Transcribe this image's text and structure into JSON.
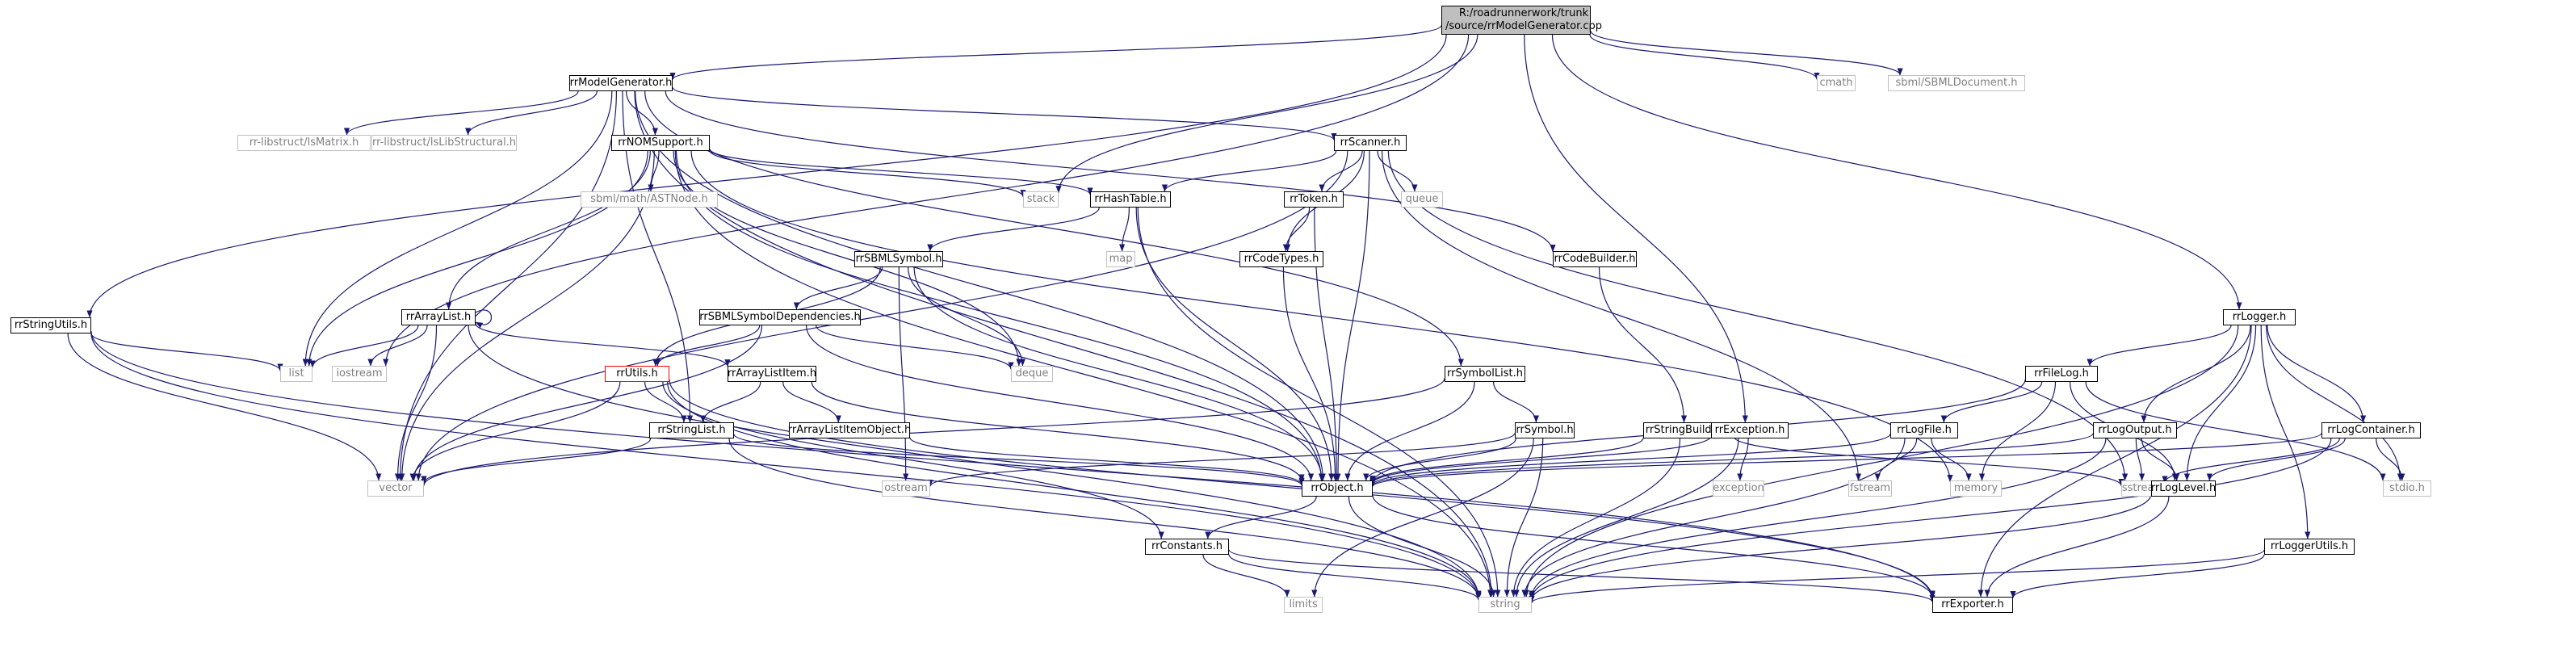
{
  "graph": {
    "colors": {
      "edge": "#191970",
      "local_border": "#000000",
      "system_border": "#c0c0c0",
      "root_fill": "#bfbfbf",
      "error_border": "#ff0000"
    },
    "nodes": [
      {
        "id": "root",
        "label_lines": [
          "R:/roadrunnerwork/trunk",
          "/source/rrModelGenerator.cpp"
        ],
        "kind": "root"
      },
      {
        "id": "cmath",
        "label_lines": [
          "cmath"
        ],
        "kind": "system"
      },
      {
        "id": "sbmldoc",
        "label_lines": [
          "sbml/SBMLDocument.h"
        ],
        "kind": "system"
      },
      {
        "id": "modelgen",
        "label_lines": [
          "rrModelGenerator.h"
        ],
        "kind": "local"
      },
      {
        "id": "stringutils",
        "label_lines": [
          "rrStringUtils.h"
        ],
        "kind": "local"
      },
      {
        "id": "lsmatrix",
        "label_lines": [
          "rr-libstruct/lsMatrix.h"
        ],
        "kind": "system"
      },
      {
        "id": "lslib",
        "label_lines": [
          "rr-libstruct/lsLibStructural.h"
        ],
        "kind": "system"
      },
      {
        "id": "nomsupport",
        "label_lines": [
          "rrNOMSupport.h"
        ],
        "kind": "local"
      },
      {
        "id": "scanner",
        "label_lines": [
          "rrScanner.h"
        ],
        "kind": "local"
      },
      {
        "id": "stack",
        "label_lines": [
          "stack"
        ],
        "kind": "system"
      },
      {
        "id": "astnode",
        "label_lines": [
          "sbml/math/ASTNode.h"
        ],
        "kind": "system"
      },
      {
        "id": "hashtable",
        "label_lines": [
          "rrHashTable.h"
        ],
        "kind": "local"
      },
      {
        "id": "token",
        "label_lines": [
          "rrToken.h"
        ],
        "kind": "local"
      },
      {
        "id": "queue",
        "label_lines": [
          "queue"
        ],
        "kind": "system"
      },
      {
        "id": "codetypes",
        "label_lines": [
          "rrCodeTypes.h"
        ],
        "kind": "local"
      },
      {
        "id": "map",
        "label_lines": [
          "map"
        ],
        "kind": "system"
      },
      {
        "id": "codebuilder",
        "label_lines": [
          "rrCodeBuilder.h"
        ],
        "kind": "local"
      },
      {
        "id": "sbmlsymbol",
        "label_lines": [
          "rrSBMLSymbol.h"
        ],
        "kind": "local"
      },
      {
        "id": "symdeps",
        "label_lines": [
          "rrSBMLSymbolDependencies.h"
        ],
        "kind": "local"
      },
      {
        "id": "arraylist",
        "label_lines": [
          "rrArrayList.h"
        ],
        "kind": "local"
      },
      {
        "id": "list",
        "label_lines": [
          "list"
        ],
        "kind": "system"
      },
      {
        "id": "iostream",
        "label_lines": [
          "iostream"
        ],
        "kind": "system"
      },
      {
        "id": "utils",
        "label_lines": [
          "rrUtils.h"
        ],
        "kind": "red"
      },
      {
        "id": "arraylistitem",
        "label_lines": [
          "rrArrayListItem.h"
        ],
        "kind": "local"
      },
      {
        "id": "deque",
        "label_lines": [
          "deque"
        ],
        "kind": "system"
      },
      {
        "id": "symbollist",
        "label_lines": [
          "rrSymbolList.h"
        ],
        "kind": "local"
      },
      {
        "id": "logger",
        "label_lines": [
          "rrLogger.h"
        ],
        "kind": "local"
      },
      {
        "id": "filelog",
        "label_lines": [
          "rrFileLog.h"
        ],
        "kind": "local"
      },
      {
        "id": "stringlist",
        "label_lines": [
          "rrStringList.h"
        ],
        "kind": "local"
      },
      {
        "id": "arraylistitemobj",
        "label_lines": [
          "rrArrayListItemObject.h"
        ],
        "kind": "local"
      },
      {
        "id": "symbol",
        "label_lines": [
          "rrSymbol.h"
        ],
        "kind": "local"
      },
      {
        "id": "stringbuilder",
        "label_lines": [
          "rrStringBuilder.h"
        ],
        "kind": "local"
      },
      {
        "id": "exception",
        "label_lines": [
          "rrException.h"
        ],
        "kind": "local"
      },
      {
        "id": "logfile",
        "label_lines": [
          "rrLogFile.h"
        ],
        "kind": "local"
      },
      {
        "id": "logoutput",
        "label_lines": [
          "rrLogOutput.h"
        ],
        "kind": "local"
      },
      {
        "id": "logcontainer",
        "label_lines": [
          "rrLogContainer.h"
        ],
        "kind": "local"
      },
      {
        "id": "vector",
        "label_lines": [
          "vector"
        ],
        "kind": "system"
      },
      {
        "id": "ostream",
        "label_lines": [
          "ostream"
        ],
        "kind": "system"
      },
      {
        "id": "object",
        "label_lines": [
          "rrObject.h"
        ],
        "kind": "local"
      },
      {
        "id": "exceptionstd",
        "label_lines": [
          "exception"
        ],
        "kind": "system"
      },
      {
        "id": "fstream",
        "label_lines": [
          "fstream"
        ],
        "kind": "system"
      },
      {
        "id": "memory",
        "label_lines": [
          "memory"
        ],
        "kind": "system"
      },
      {
        "id": "sstream",
        "label_lines": [
          "sstream"
        ],
        "kind": "system"
      },
      {
        "id": "loglevel",
        "label_lines": [
          "rrLogLevel.h"
        ],
        "kind": "local"
      },
      {
        "id": "stdio",
        "label_lines": [
          "stdio.h"
        ],
        "kind": "system"
      },
      {
        "id": "constants",
        "label_lines": [
          "rrConstants.h"
        ],
        "kind": "local"
      },
      {
        "id": "loggerutils",
        "label_lines": [
          "rrLoggerUtils.h"
        ],
        "kind": "local"
      },
      {
        "id": "limits",
        "label_lines": [
          "limits"
        ],
        "kind": "system"
      },
      {
        "id": "string",
        "label_lines": [
          "string"
        ],
        "kind": "system"
      },
      {
        "id": "exporter",
        "label_lines": [
          "rrExporter.h"
        ],
        "kind": "local"
      }
    ],
    "edges": [
      [
        "root",
        "modelgen"
      ],
      [
        "root",
        "stringutils"
      ],
      [
        "root",
        "iostream"
      ],
      [
        "root",
        "stack"
      ],
      [
        "root",
        "cmath"
      ],
      [
        "root",
        "sbmldoc"
      ],
      [
        "root",
        "exception"
      ],
      [
        "root",
        "logger"
      ],
      [
        "modelgen",
        "lsmatrix"
      ],
      [
        "modelgen",
        "lslib"
      ],
      [
        "modelgen",
        "nomsupport"
      ],
      [
        "modelgen",
        "scanner"
      ],
      [
        "modelgen",
        "codebuilder"
      ],
      [
        "modelgen",
        "symbollist"
      ],
      [
        "modelgen",
        "stringlist"
      ],
      [
        "modelgen",
        "list"
      ],
      [
        "modelgen",
        "vector"
      ],
      [
        "modelgen",
        "string"
      ],
      [
        "modelgen",
        "object"
      ],
      [
        "stringutils",
        "list"
      ],
      [
        "stringutils",
        "vector"
      ],
      [
        "stringutils",
        "string"
      ],
      [
        "stringutils",
        "exporter"
      ],
      [
        "nomsupport",
        "astnode"
      ],
      [
        "nomsupport",
        "stack"
      ],
      [
        "nomsupport",
        "hashtable"
      ],
      [
        "nomsupport",
        "arraylist"
      ],
      [
        "nomsupport",
        "deque"
      ],
      [
        "nomsupport",
        "list"
      ],
      [
        "nomsupport",
        "vector"
      ],
      [
        "nomsupport",
        "string"
      ],
      [
        "nomsupport",
        "memory"
      ],
      [
        "nomsupport",
        "object"
      ],
      [
        "scanner",
        "queue"
      ],
      [
        "scanner",
        "hashtable"
      ],
      [
        "scanner",
        "token"
      ],
      [
        "scanner",
        "codetypes"
      ],
      [
        "scanner",
        "fstream"
      ],
      [
        "scanner",
        "sstream"
      ],
      [
        "scanner",
        "vector"
      ],
      [
        "scanner",
        "object"
      ],
      [
        "hashtable",
        "map"
      ],
      [
        "hashtable",
        "sbmlsymbol"
      ],
      [
        "hashtable",
        "string"
      ],
      [
        "hashtable",
        "object"
      ],
      [
        "token",
        "codetypes"
      ],
      [
        "token",
        "object"
      ],
      [
        "codetypes",
        "object"
      ],
      [
        "codebuilder",
        "stringbuilder"
      ],
      [
        "sbmlsymbol",
        "symdeps"
      ],
      [
        "sbmlsymbol",
        "utils"
      ],
      [
        "sbmlsymbol",
        "deque"
      ],
      [
        "sbmlsymbol",
        "ostream"
      ],
      [
        "sbmlsymbol",
        "object"
      ],
      [
        "symdeps",
        "utils"
      ],
      [
        "symdeps",
        "deque"
      ],
      [
        "symdeps",
        "vector"
      ],
      [
        "symdeps",
        "object"
      ],
      [
        "arraylist",
        "arraylist"
      ],
      [
        "arraylist",
        "list"
      ],
      [
        "arraylist",
        "iostream"
      ],
      [
        "arraylist",
        "arraylistitem"
      ],
      [
        "arraylist",
        "vector"
      ],
      [
        "arraylist",
        "string"
      ],
      [
        "utils",
        "stringlist"
      ],
      [
        "utils",
        "vector"
      ],
      [
        "utils",
        "string"
      ],
      [
        "utils",
        "constants"
      ],
      [
        "utils",
        "exporter"
      ],
      [
        "arraylistitem",
        "stringlist"
      ],
      [
        "arraylistitem",
        "arraylistitemobj"
      ],
      [
        "arraylistitem",
        "object"
      ],
      [
        "arraylistitemobj",
        "object"
      ],
      [
        "stringlist",
        "vector"
      ],
      [
        "stringlist",
        "string"
      ],
      [
        "stringlist",
        "object"
      ],
      [
        "symbollist",
        "symbol"
      ],
      [
        "symbollist",
        "vector"
      ],
      [
        "symbollist",
        "object"
      ],
      [
        "symbol",
        "ostream"
      ],
      [
        "symbol",
        "limits"
      ],
      [
        "symbol",
        "string"
      ],
      [
        "symbol",
        "object"
      ],
      [
        "stringbuilder",
        "sstream"
      ],
      [
        "stringbuilder",
        "string"
      ],
      [
        "stringbuilder",
        "object"
      ],
      [
        "exception",
        "exceptionstd"
      ],
      [
        "exception",
        "string"
      ],
      [
        "exception",
        "object"
      ],
      [
        "logger",
        "filelog"
      ],
      [
        "logger",
        "logoutput"
      ],
      [
        "logger",
        "logcontainer"
      ],
      [
        "logger",
        "loglevel"
      ],
      [
        "logger",
        "loggerutils"
      ],
      [
        "logger",
        "stdio"
      ],
      [
        "logger",
        "string"
      ],
      [
        "logger",
        "exporter"
      ],
      [
        "filelog",
        "logfile"
      ],
      [
        "filelog",
        "memory"
      ],
      [
        "filelog",
        "loglevel"
      ],
      [
        "filelog",
        "object"
      ],
      [
        "filelog",
        "stdio"
      ],
      [
        "logfile",
        "fstream"
      ],
      [
        "logfile",
        "memory"
      ],
      [
        "logfile",
        "string"
      ],
      [
        "logfile",
        "object"
      ],
      [
        "logoutput",
        "loglevel"
      ],
      [
        "logoutput",
        "sstream"
      ],
      [
        "logoutput",
        "string"
      ],
      [
        "logoutput",
        "object"
      ],
      [
        "logcontainer",
        "loglevel"
      ],
      [
        "logcontainer",
        "stdio"
      ],
      [
        "logcontainer",
        "sstream"
      ],
      [
        "logcontainer",
        "string"
      ],
      [
        "logcontainer",
        "object"
      ],
      [
        "loglevel",
        "string"
      ],
      [
        "loglevel",
        "exporter"
      ],
      [
        "loggerutils",
        "string"
      ],
      [
        "loggerutils",
        "exporter"
      ],
      [
        "object",
        "constants"
      ],
      [
        "object",
        "string"
      ],
      [
        "object",
        "exporter"
      ],
      [
        "constants",
        "limits"
      ],
      [
        "constants",
        "string"
      ],
      [
        "constants",
        "exporter"
      ]
    ]
  }
}
